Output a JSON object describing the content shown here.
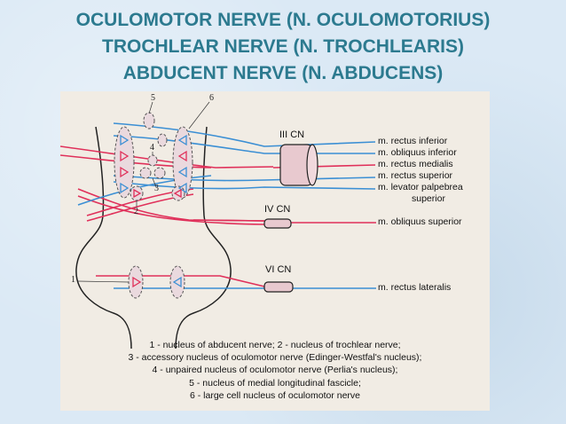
{
  "title": {
    "line1": "OCULOMOTOR NERVE (N. OCULOMOTORIUS)",
    "line2": "TROCHLEAR NERVE (N. TROCHLEARIS)",
    "line3": "ABDUCENT NERVE (N. ABDUCENS)"
  },
  "diagram": {
    "cn_labels": {
      "cn3": "III CN",
      "cn4": "IV CN",
      "cn6": "VI CN"
    },
    "muscles": {
      "rectus_inferior": "m. rectus inferior",
      "obliquus_inferior": "m. obliquus inferior",
      "rectus_medialis": "m. rectus medialis",
      "rectus_superior": "m. rectus superior",
      "levator_line1": "m. levator palpebrea",
      "levator_line2": "superior",
      "obliquus_superior": "m. obliquus superior",
      "rectus_lateralis": "m. rectus lateralis"
    },
    "numbers": {
      "n1": "1",
      "n2": "2",
      "n3": "3",
      "n4": "4",
      "n5": "5",
      "n6": "6"
    },
    "colors": {
      "red_nerve": "#e0305a",
      "blue_nerve": "#3b8fd4",
      "nucleus_fill": "#ead9de"
    }
  },
  "legend": {
    "line1": "1 - nucleus of abducent nerve; 2 - nucleus of trochlear nerve;",
    "line2": "3 - accessory nucleus of oculomotor nerve (Edinger-Westfal's nucleus);",
    "line3": "4 - unpaired nucleus of oculomotor nerve (Perlia's nucleus);",
    "line4": "5 - nucleus of medial longitudinal fascicle;",
    "line5": "6 - large cell nucleus of oculomotor nerve"
  }
}
